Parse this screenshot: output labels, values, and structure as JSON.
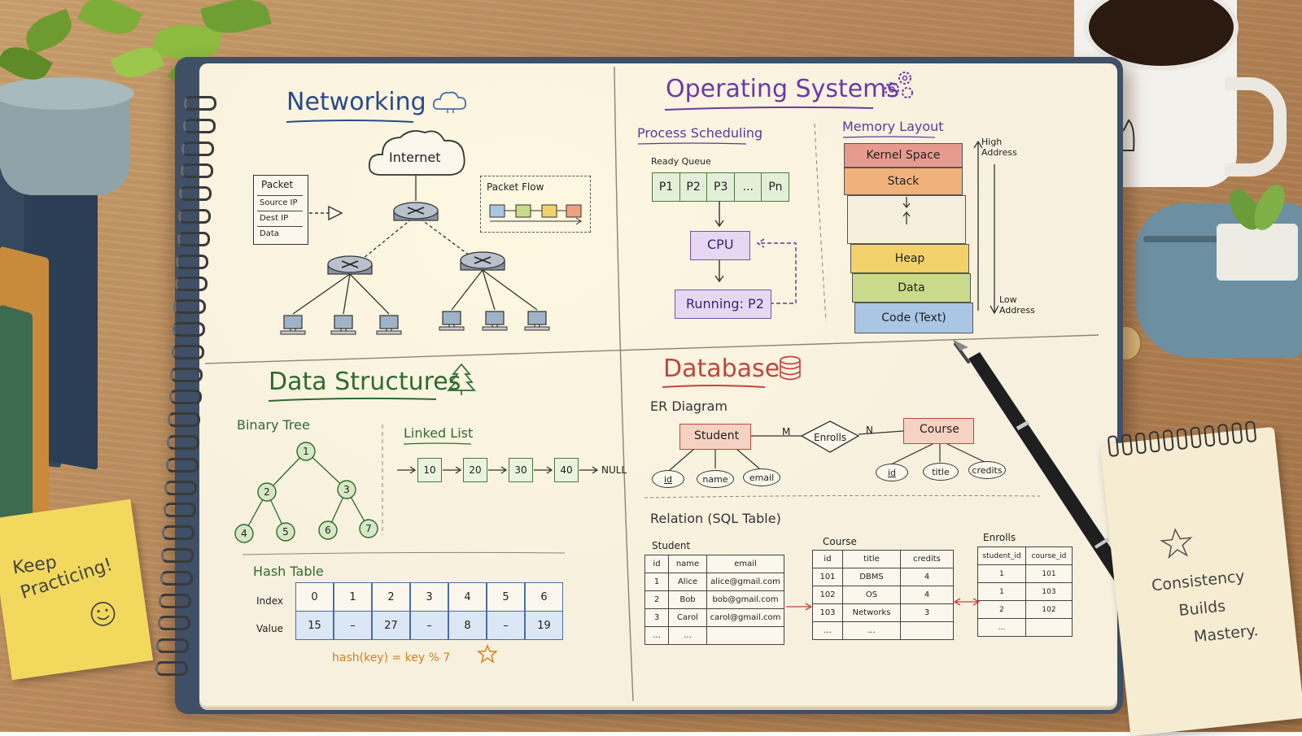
{
  "networking": {
    "title": "Networking",
    "internet": "Internet",
    "packet": {
      "title": "Packet",
      "fields": [
        "Source IP",
        "Dest IP",
        "Data"
      ]
    },
    "packet_flow": "Packet Flow"
  },
  "os": {
    "title": "Operating Systems",
    "scheduling": {
      "title": "Process Scheduling",
      "ready_queue": "Ready Queue",
      "queue": [
        "P1",
        "P2",
        "P3",
        "...",
        "Pn"
      ],
      "cpu": "CPU",
      "running": "Running: P2"
    },
    "memory": {
      "title": "Memory Layout",
      "high": "High",
      "high2": "Address",
      "low": "Low",
      "low2": "Address",
      "segments": [
        {
          "label": "Kernel Space",
          "color": "#e79a8e"
        },
        {
          "label": "Stack",
          "color": "#f0b27a"
        },
        {
          "label": "",
          "color": "#f7efdd"
        },
        {
          "label": "Heap",
          "color": "#f3d16b"
        },
        {
          "label": "Data",
          "color": "#c9da8a"
        },
        {
          "label": "Code (Text)",
          "color": "#a9c6e4"
        }
      ]
    }
  },
  "ds": {
    "title": "Data Structures",
    "binary_tree": {
      "title": "Binary Tree",
      "nodes": [
        "1",
        "2",
        "3",
        "4",
        "5",
        "6",
        "7"
      ]
    },
    "linked_list": {
      "title": "Linked List",
      "nodes": [
        "10",
        "20",
        "30",
        "40"
      ],
      "end": "NULL"
    },
    "hash_table": {
      "title": "Hash Table",
      "index_label": "Index",
      "value_label": "Value",
      "indices": [
        "0",
        "1",
        "2",
        "3",
        "4",
        "5",
        "6"
      ],
      "values": [
        "15",
        "–",
        "27",
        "–",
        "8",
        "–",
        "19"
      ],
      "formula": "hash(key) = key % 7"
    }
  },
  "db": {
    "title": "Database",
    "er": {
      "title": "ER Diagram",
      "student": "Student",
      "relation": "Enrolls",
      "course": "Course",
      "m": "M",
      "n": "N",
      "student_attrs": [
        "id",
        "name",
        "email"
      ],
      "course_attrs": [
        "id",
        "title",
        "credits"
      ]
    },
    "relation_title": "Relation (SQL Table)",
    "tables": {
      "student": {
        "name": "Student",
        "headers": [
          "id",
          "name",
          "email"
        ],
        "rows": [
          [
            "1",
            "Alice",
            "alice@gmail.com"
          ],
          [
            "2",
            "Bob",
            "bob@gmail.com"
          ],
          [
            "3",
            "Carol",
            "carol@gmail.com"
          ],
          [
            "...",
            "...",
            ""
          ]
        ]
      },
      "course": {
        "name": "Course",
        "headers": [
          "id",
          "title",
          "credits"
        ],
        "rows": [
          [
            "101",
            "DBMS",
            "4"
          ],
          [
            "102",
            "OS",
            "4"
          ],
          [
            "103",
            "Networks",
            "3"
          ],
          [
            "...",
            "...",
            ""
          ]
        ]
      },
      "enrolls": {
        "name": "Enrolls",
        "headers": [
          "student_id",
          "course_id"
        ],
        "rows": [
          [
            "1",
            "101"
          ],
          [
            "1",
            "103"
          ],
          [
            "2",
            "102"
          ],
          [
            "...",
            ""
          ]
        ]
      }
    }
  },
  "sticky": {
    "line1": "Keep",
    "line2": "Practicing!"
  },
  "pad": {
    "line1": "Consistency",
    "line2": "Builds",
    "line3": "Mastery."
  }
}
